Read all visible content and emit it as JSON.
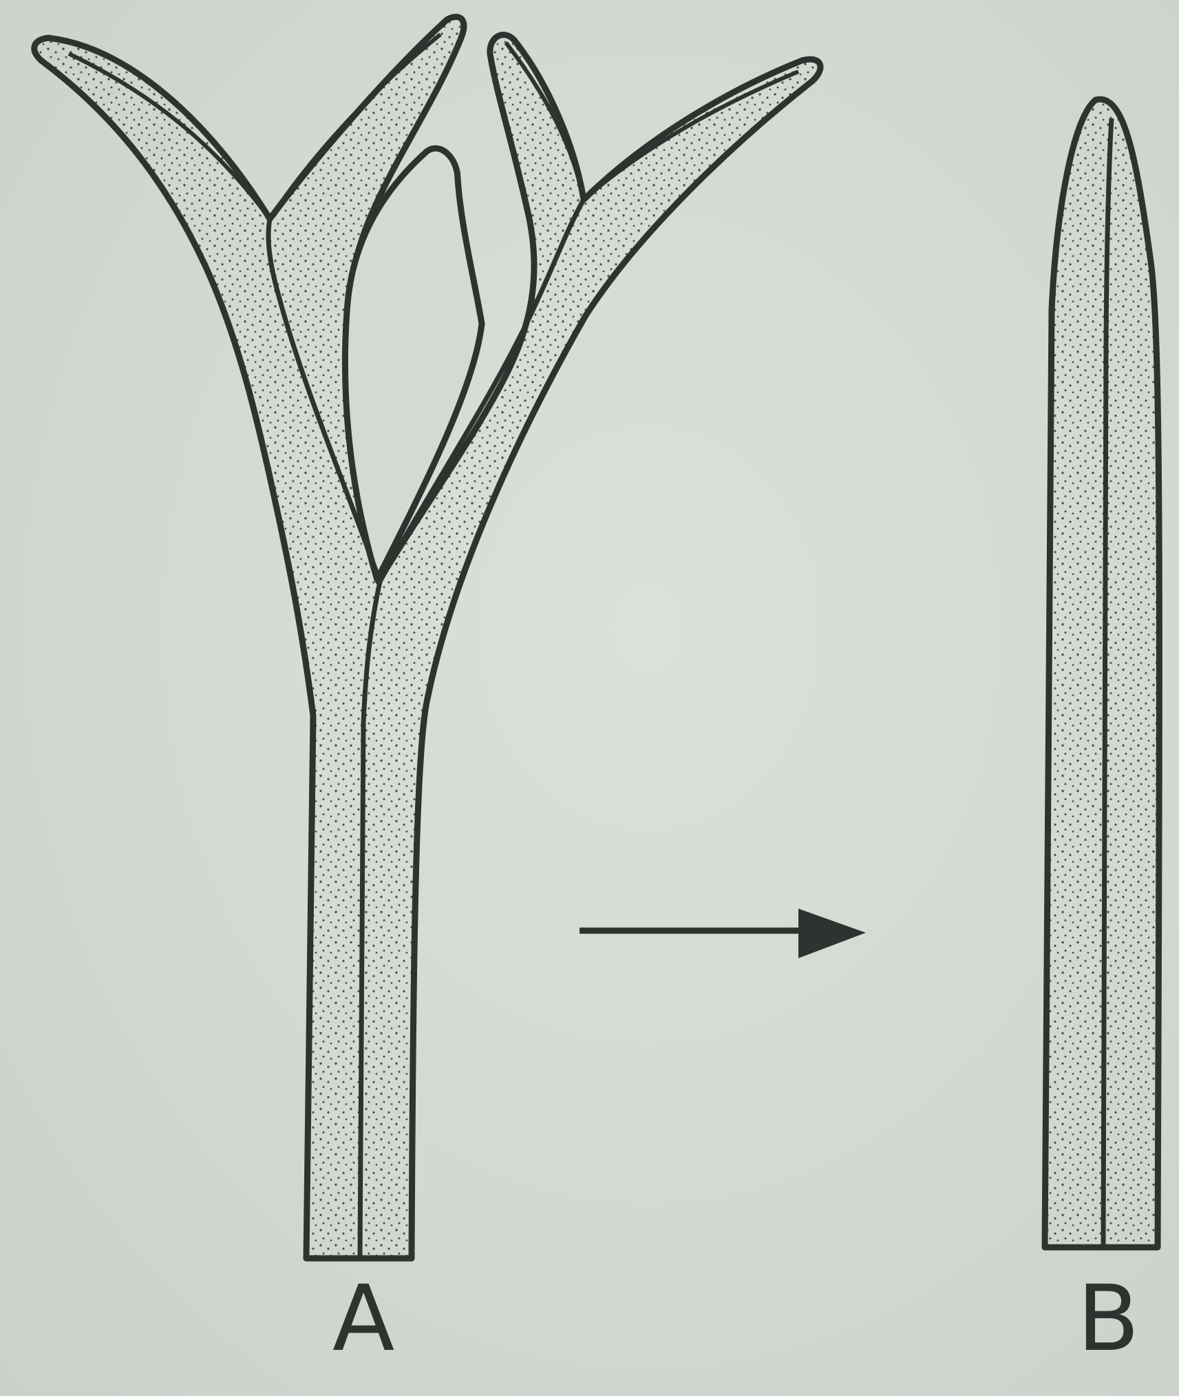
{
  "figure": {
    "structures": [
      {
        "id": "A",
        "label": "A",
        "form": "branched"
      },
      {
        "id": "B",
        "label": "B",
        "form": "unbranched"
      }
    ],
    "arrow": {
      "from": "A",
      "to": "B"
    },
    "colors": {
      "background": "#d3dad3",
      "ink": "#2f332f",
      "stipple": "#4a4f4a",
      "fill": "#cfd6cf"
    }
  }
}
